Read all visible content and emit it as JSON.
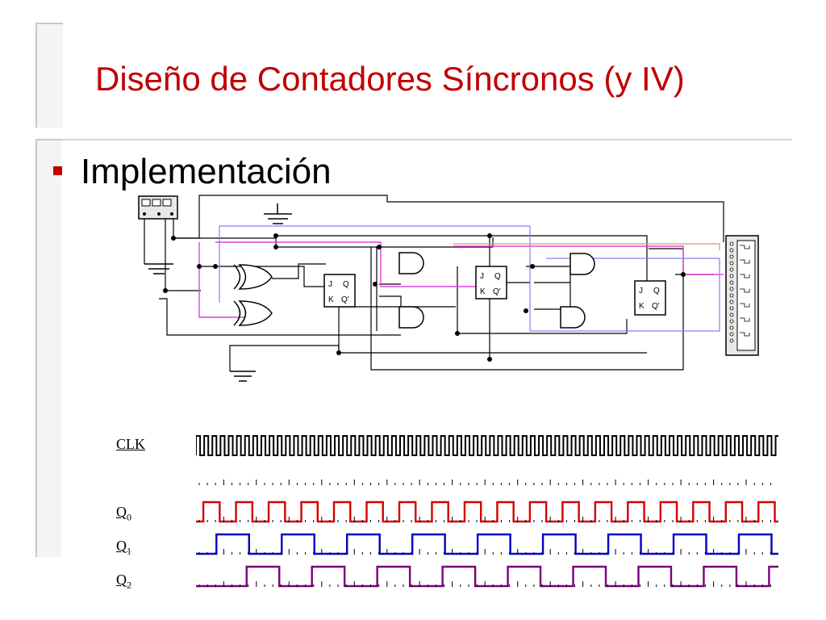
{
  "slide": {
    "title": "Diseño de Contadores Síncronos (y IV)",
    "bullet": "Implementación"
  },
  "circuit": {
    "flipflop_pins": {
      "j": "J",
      "k": "K",
      "q": "Q",
      "qn": "Q'"
    }
  },
  "signals": [
    {
      "name": "CLK",
      "sub": "",
      "color": "#000000",
      "period_clk": 1
    },
    {
      "name": "Q",
      "sub": "0",
      "color": "#d40000",
      "period_clk": 4
    },
    {
      "name": "Q",
      "sub": "1",
      "color": "#0000cc",
      "period_clk": 8
    },
    {
      "name": "Q",
      "sub": "2",
      "color": "#7a007a",
      "period_clk": 8
    }
  ],
  "colors": {
    "title": "#c00000",
    "bullet": "#c00000",
    "wire_pink": "#e040e0",
    "wire_blue": "#8080ff",
    "wire_orange": "#e09070"
  }
}
